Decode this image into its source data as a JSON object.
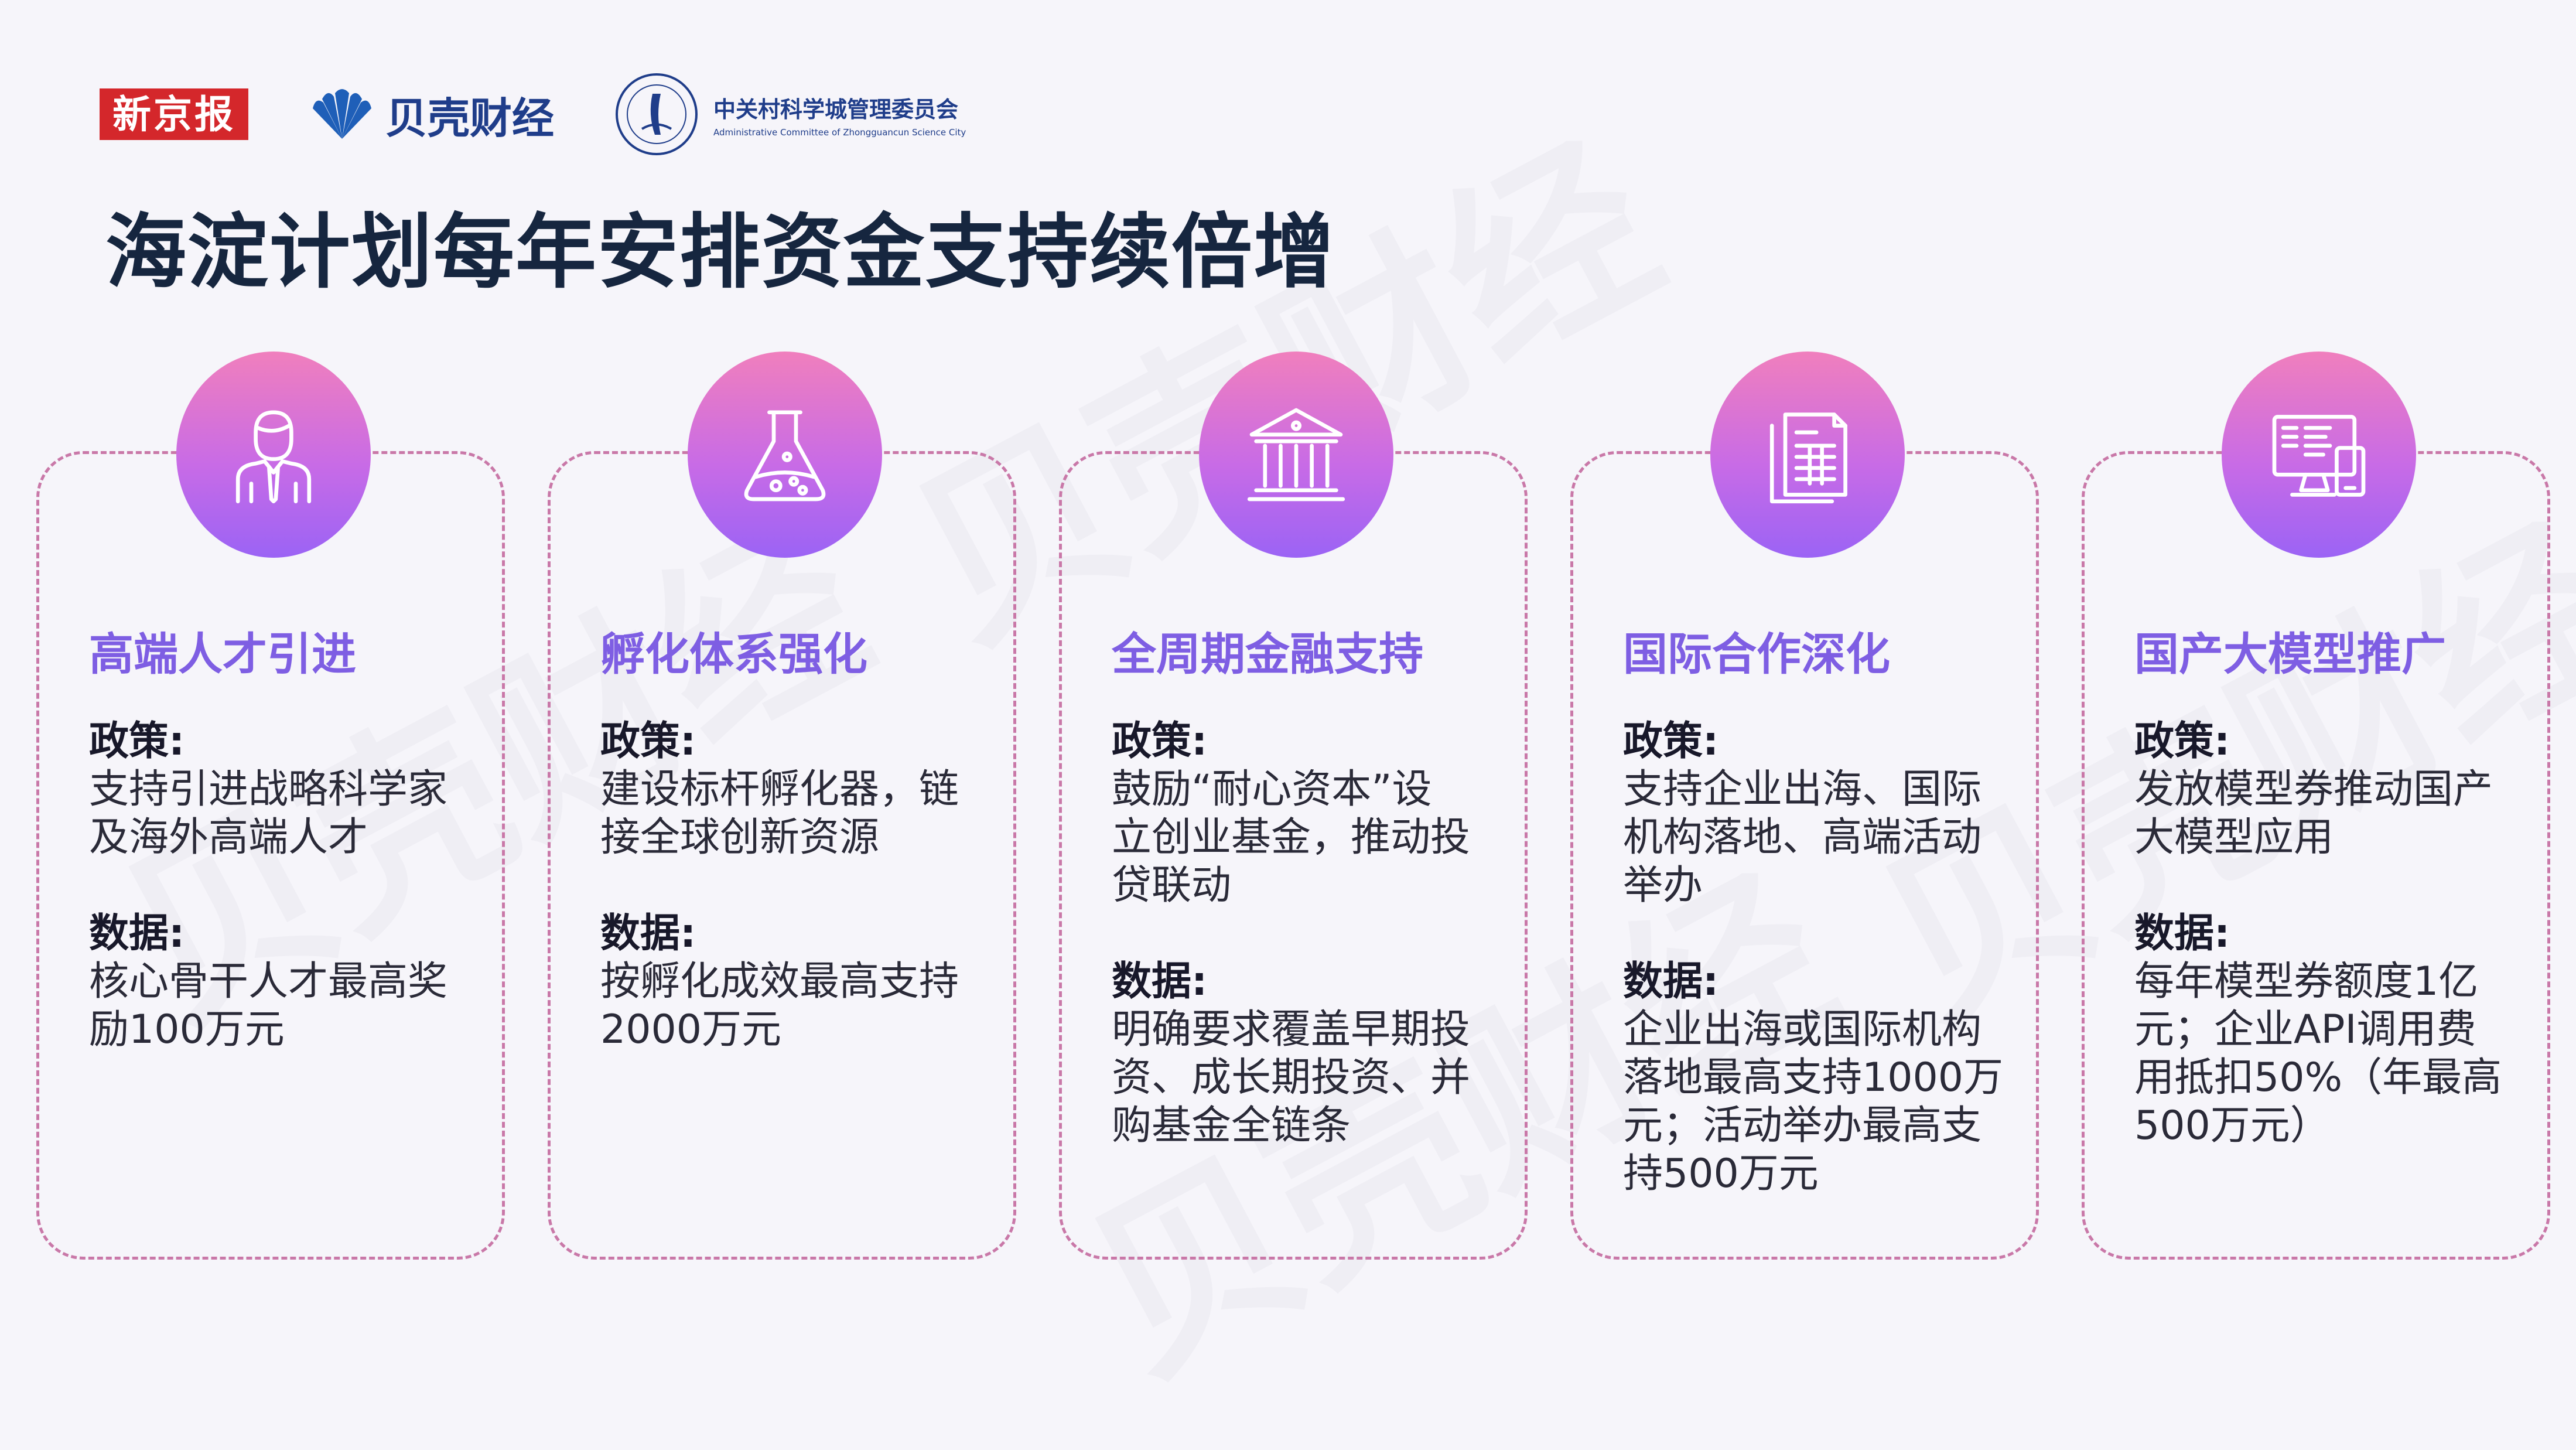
{
  "logos": {
    "xinjingbao": "新京报",
    "beike": "贝壳财经",
    "zgc_cn": "中关村科学城管理委员会",
    "zgc_en": "Administrative Committee of Zhongguancun Science City"
  },
  "watermark": "贝壳财经",
  "title": "海淀计划每年安排资金支持续倍增",
  "policy_label": "政策:",
  "data_label": "数据:",
  "colors": {
    "title": "#16263f",
    "card_title": "#7e5ee3",
    "card_border": "#c978a8",
    "icon_gradient_top": "#f07fbd",
    "icon_gradient_bottom": "#9b63f5",
    "logo_red": "#d4272b",
    "logo_blue": "#1f3d8a"
  },
  "cards": [
    {
      "icon": "talent-person-icon",
      "title": "高端人才引进",
      "policy": "支持引进战略科学家\n及海外高端人才",
      "data": "核心骨干人才最高奖\n励100万元"
    },
    {
      "icon": "flask-icon",
      "title": "孵化体系强化",
      "policy": "建设标杆孵化器，链\n接全球创新资源",
      "data": "按孵化成效最高支持\n2000万元"
    },
    {
      "icon": "bank-building-icon",
      "title": "全周期金融支持",
      "policy": "鼓励“耐心资本”设\n立创业基金，推动投\n贷联动",
      "data": "明确要求覆盖早期投\n资、成长期投资、并\n购基金全链条"
    },
    {
      "icon": "document-icon",
      "title": "国际合作深化",
      "policy": "支持企业出海、国际\n机构落地、高端活动\n举办",
      "data": "企业出海或国际机构\n落地最高支持1000万\n元；活动举办最高支\n持500万元"
    },
    {
      "icon": "computer-icon",
      "title": "国产大模型推广",
      "policy": "发放模型券推动国产\n大模型应用",
      "data": "每年模型券额度1亿\n元；企业API调用费\n用抵扣50%（年最高\n500万元）"
    }
  ]
}
